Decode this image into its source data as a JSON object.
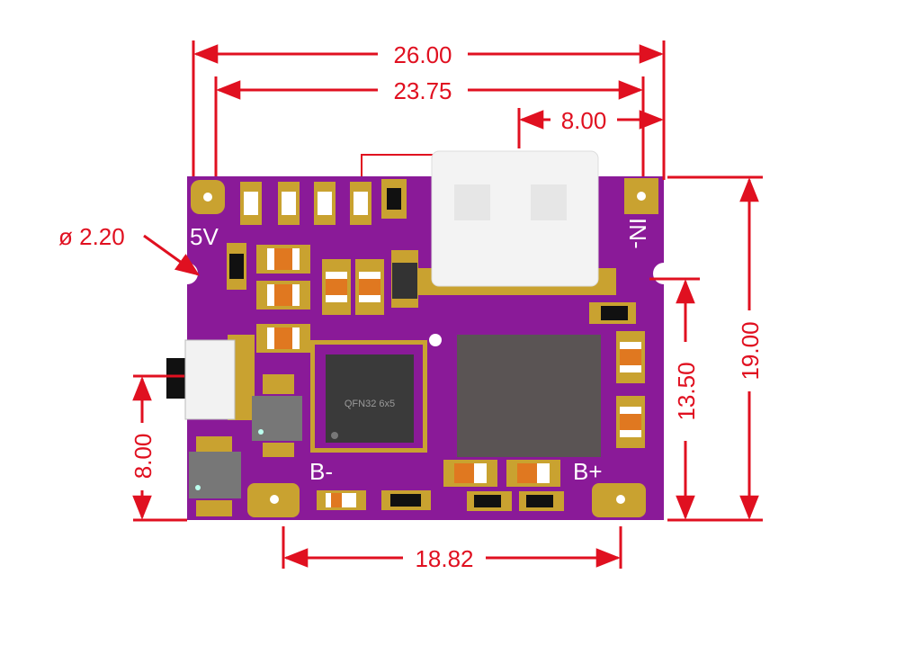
{
  "title": "Type-C charging PCB module dimension drawing",
  "colors": {
    "dimension": "#e01020",
    "board": "#8a1a98",
    "pad": "#c9a230",
    "silkscreen": "#ffffff",
    "ic": "#3a3a3a",
    "inductor": "#5a5454",
    "capacitor": "#e07820"
  },
  "dimensions": {
    "overall_width": "26.00",
    "hole_spacing_width": "23.75",
    "usb_offset": "8.00",
    "overall_height": "19.00",
    "notch_height": "13.50",
    "switch_height": "8.00",
    "battery_pad_spacing": "18.82",
    "hole_diameter": "ø 2.20"
  },
  "silkscreen": {
    "pad_5v": "5V",
    "pad_in_minus": "IN-",
    "pad_b_minus": "B-",
    "pad_b_plus": "B+"
  },
  "components": {
    "main_ic_label": "QFN32 6x5"
  }
}
